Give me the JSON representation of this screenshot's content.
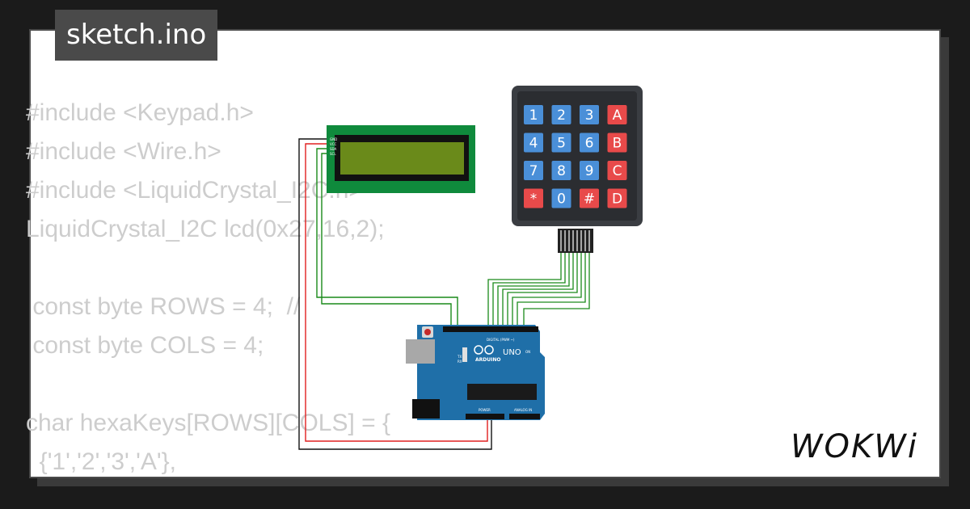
{
  "tab": {
    "title": "sketch.ino"
  },
  "code": {
    "lines": [
      "#include <Keypad.h>",
      "#include <Wire.h>",
      "#include <LiquidCrystal_I2C.h>",
      "LiquidCrystal_I2C lcd(0x27,16,2);",
      "",
      " const byte ROWS = 4;  //",
      " const byte COLS = 4;",
      "",
      "char hexaKeys[ROWS][COLS] = {",
      "  {'1','2','3','A'},"
    ]
  },
  "keypad": {
    "keys": [
      [
        "1",
        "2",
        "3",
        "A"
      ],
      [
        "4",
        "5",
        "6",
        "B"
      ],
      [
        "7",
        "8",
        "9",
        "C"
      ],
      [
        "*",
        "0",
        "#",
        "D"
      ]
    ],
    "colors": {
      "body": "#3a3d42",
      "digit": "#4a8fd8",
      "function": "#e84a4a"
    }
  },
  "lcd": {
    "pins": [
      "GND",
      "VCC",
      "SDA",
      "SCL"
    ],
    "colors": {
      "pcb": "#0f8a3c",
      "screen": "#6a8a1a"
    }
  },
  "arduino": {
    "brand": "ARDUINO",
    "model": "UNO",
    "header_digital": "DIGITAL (PWM ~)",
    "header_power": "POWER",
    "header_analog": "ANALOG IN",
    "led_tx": "TX",
    "led_rx": "RX",
    "led_on": "ON",
    "color": "#1f6fa8"
  },
  "brand": {
    "logo": "WOKWi"
  }
}
